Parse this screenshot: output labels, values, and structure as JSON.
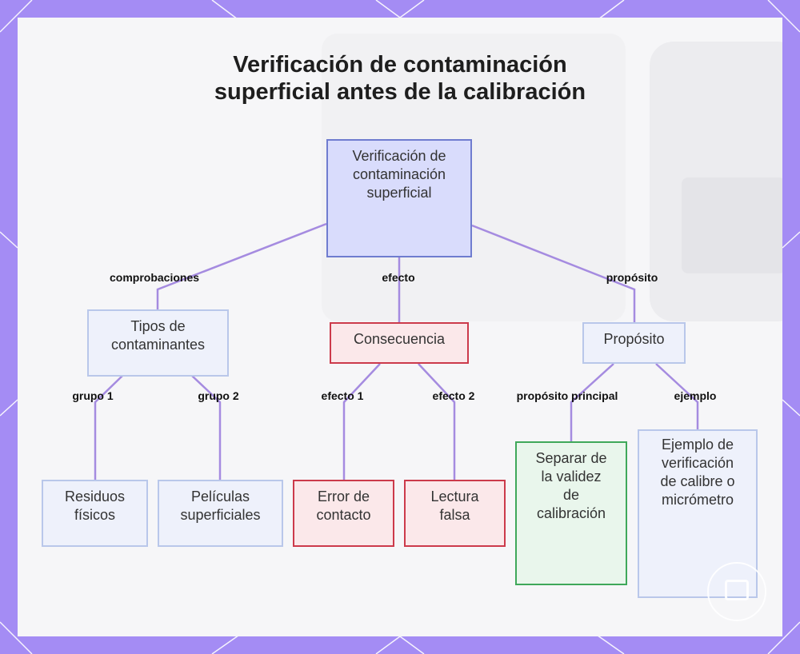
{
  "title": {
    "line1": "Verificación de contaminación",
    "line2": "superficial antes de la calibración"
  },
  "nodes": {
    "root": [
      "Verificación de",
      "contaminación",
      "superficial"
    ],
    "tipos": [
      "Tipos de",
      "contaminantes"
    ],
    "consecuencia": [
      "Consecuencia"
    ],
    "proposito": [
      "Propósito"
    ],
    "residuos": [
      "Residuos",
      "físicos"
    ],
    "peliculas": [
      "Películas",
      "superficiales"
    ],
    "error": [
      "Error de",
      "contacto"
    ],
    "lectura": [
      "Lectura",
      "falsa"
    ],
    "separar": [
      "Separar de",
      "la validez",
      "de",
      "calibración"
    ],
    "ejemplo": [
      "Ejemplo de",
      "verificación",
      "de calibre o",
      "micrómetro"
    ]
  },
  "edges": {
    "comprobaciones": "comprobaciones",
    "efecto": "efecto",
    "proposito": "propósito",
    "grupo1": "grupo 1",
    "grupo2": "grupo 2",
    "efecto1": "efecto 1",
    "efecto2": "efecto 2",
    "proposito_principal": "propósito principal",
    "ejemplo": "ejemplo"
  },
  "colors": {
    "frame": "#a48cf4",
    "connector": "#a58be0",
    "root_fill": "#d9dcfc",
    "red_border": "#cc3a4b",
    "green_border": "#3fa85a"
  }
}
